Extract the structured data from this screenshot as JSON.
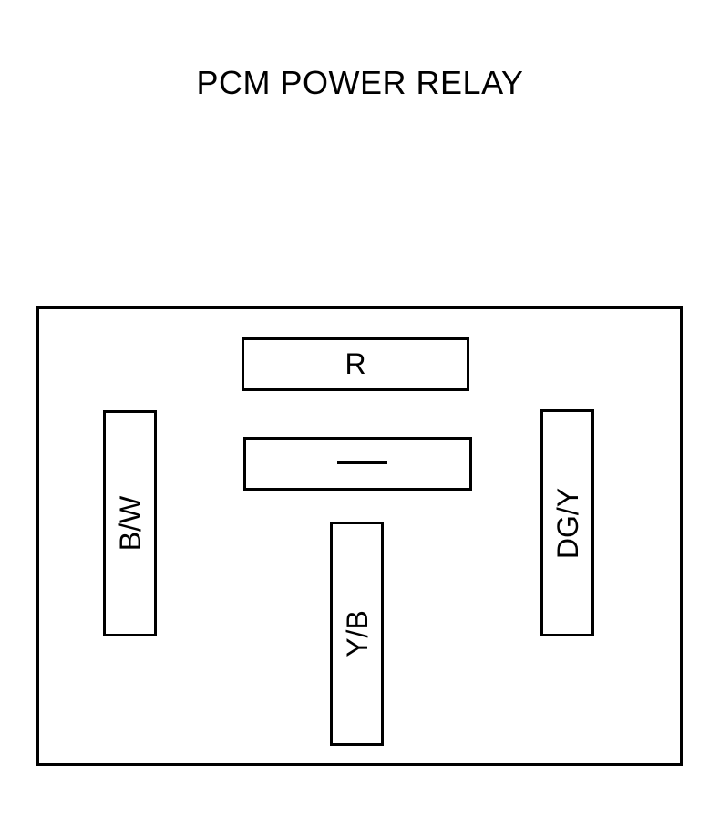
{
  "diagram": {
    "title": "PCM POWER RELAY",
    "terminals": {
      "top": "R",
      "left": "B/W",
      "bottom_center": "Y/B",
      "right": "DG/Y"
    },
    "colors": {
      "line": "#000000",
      "background": "#ffffff"
    }
  }
}
